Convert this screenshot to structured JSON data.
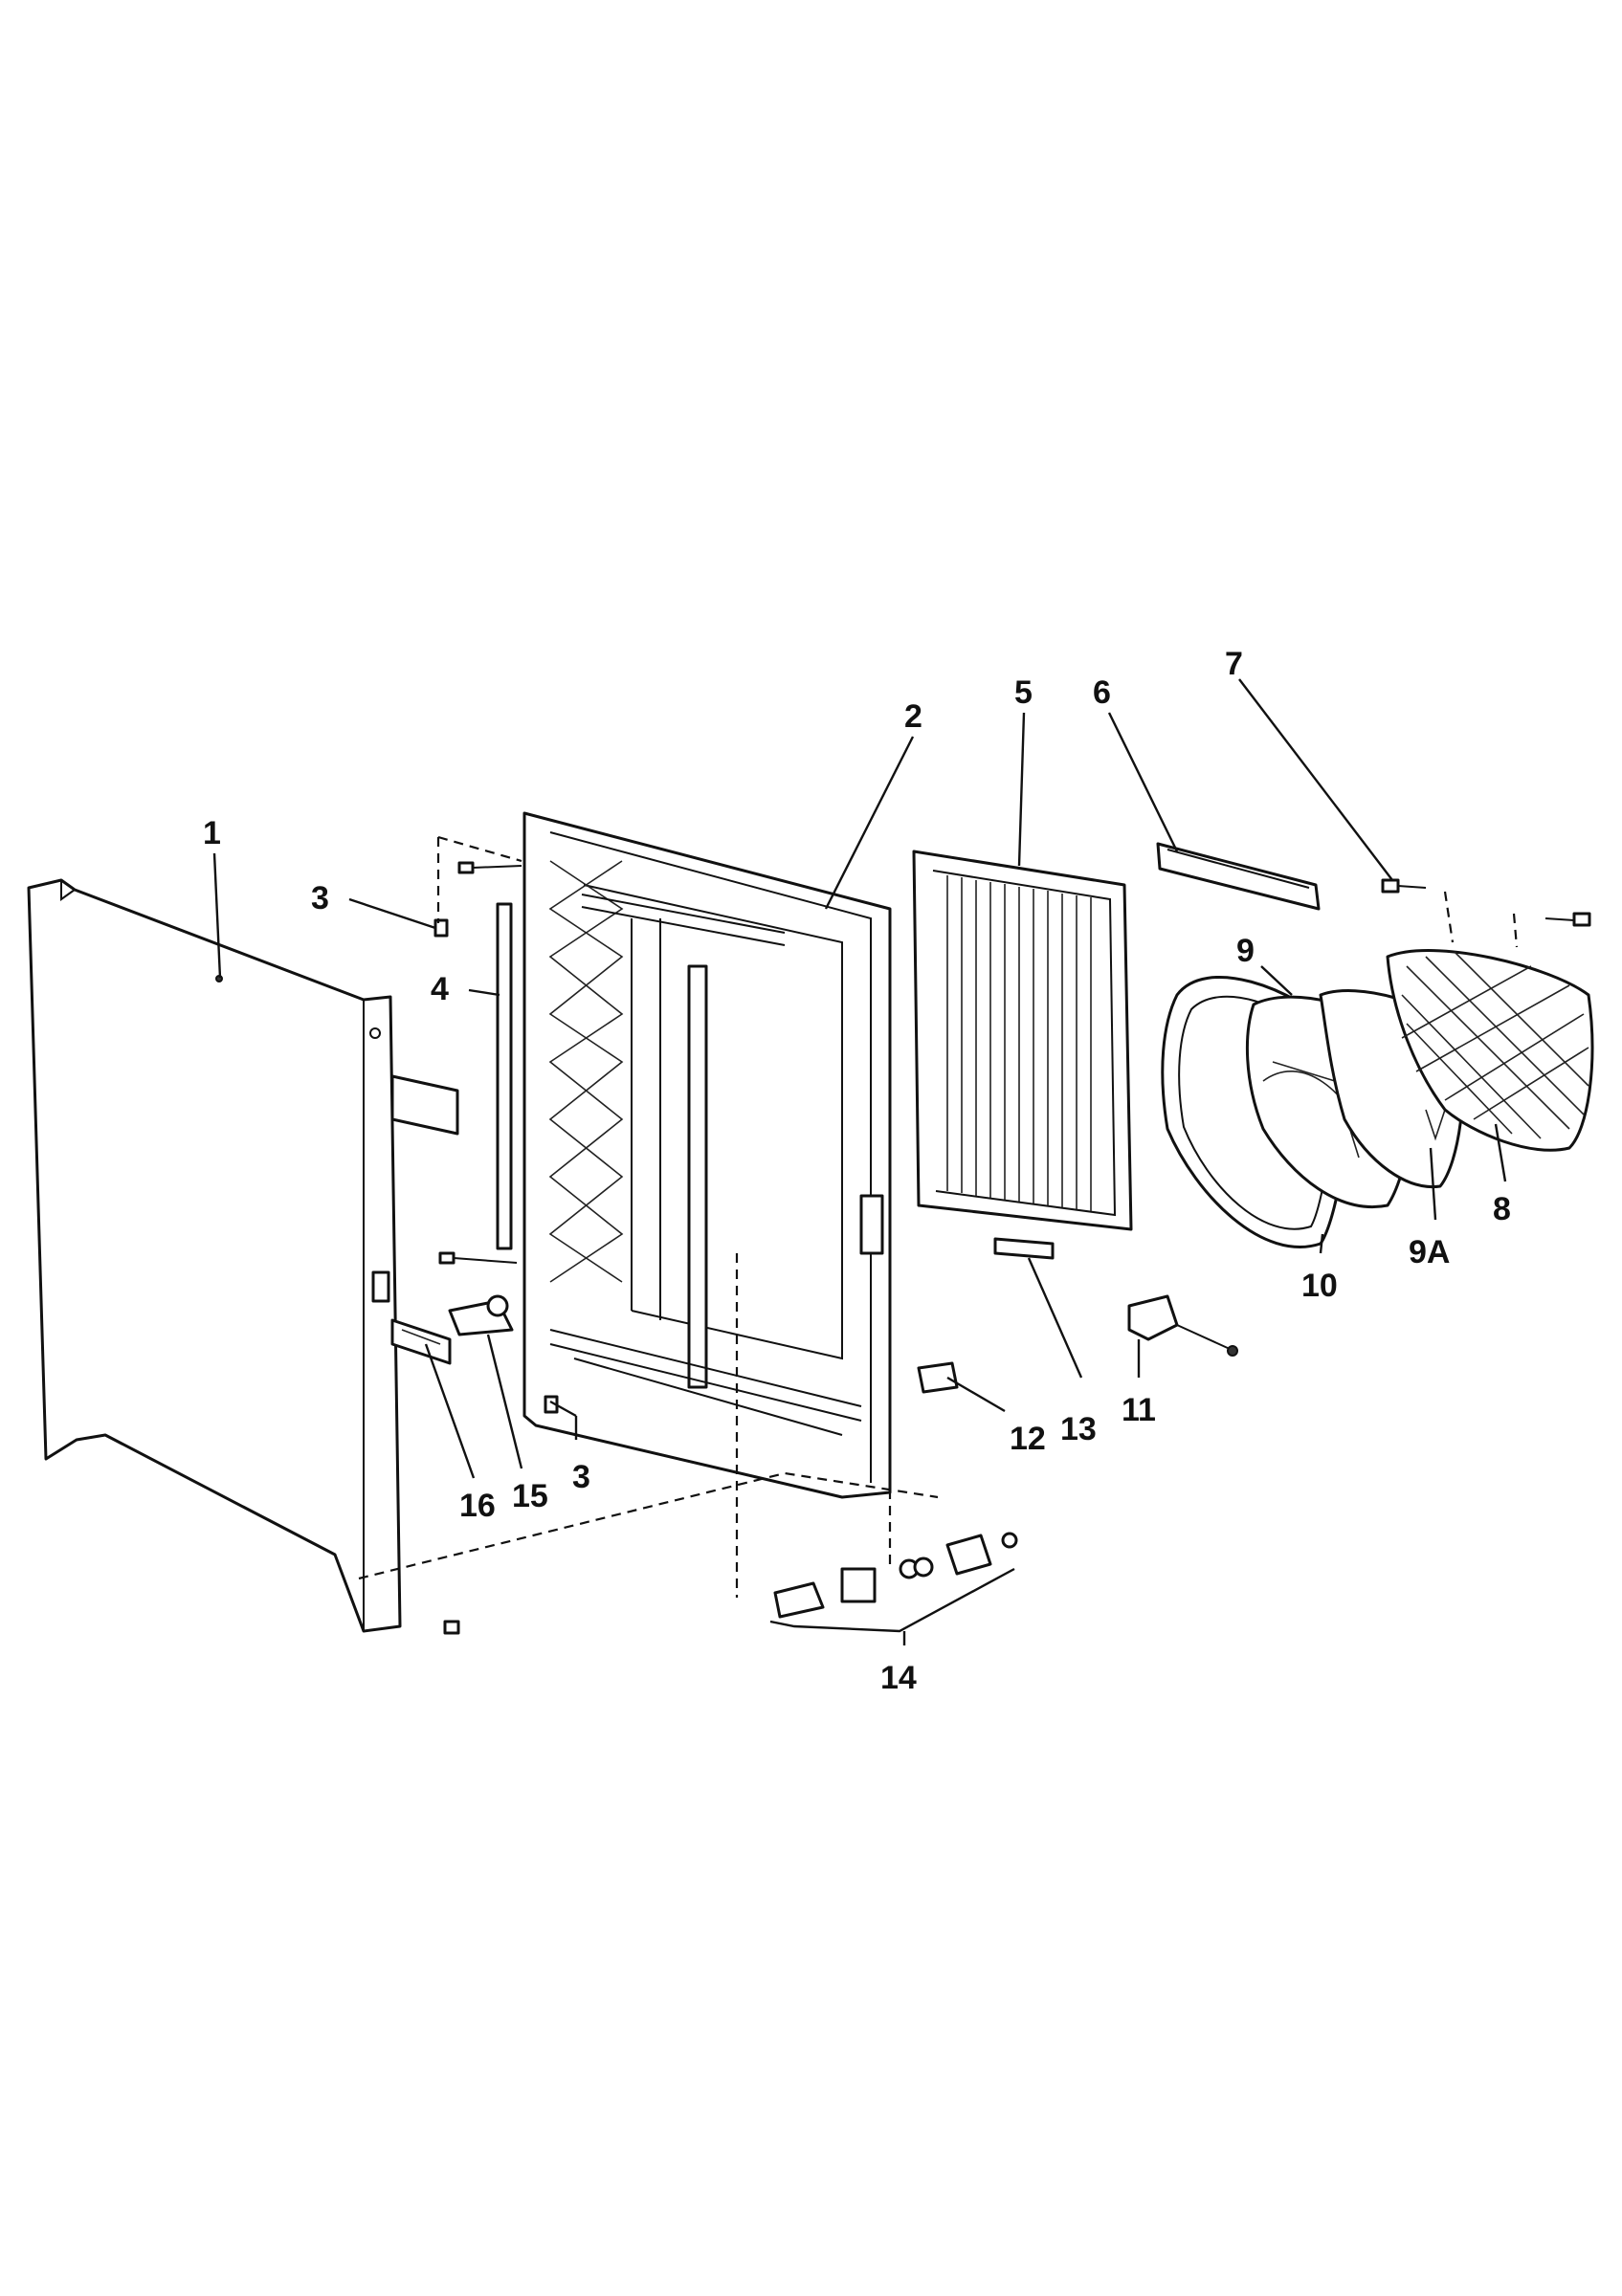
{
  "diagram": {
    "callouts": [
      {
        "id": "1",
        "label": "1"
      },
      {
        "id": "2",
        "label": "2"
      },
      {
        "id": "3a",
        "label": "3"
      },
      {
        "id": "3b",
        "label": "3"
      },
      {
        "id": "4",
        "label": "4"
      },
      {
        "id": "5",
        "label": "5"
      },
      {
        "id": "6",
        "label": "6"
      },
      {
        "id": "7",
        "label": "7"
      },
      {
        "id": "8",
        "label": "8"
      },
      {
        "id": "9",
        "label": "9"
      },
      {
        "id": "9A",
        "label": "9A"
      },
      {
        "id": "10",
        "label": "10"
      },
      {
        "id": "11",
        "label": "11"
      },
      {
        "id": "12",
        "label": "12"
      },
      {
        "id": "13",
        "label": "13"
      },
      {
        "id": "14",
        "label": "14"
      },
      {
        "id": "15",
        "label": "15"
      },
      {
        "id": "16",
        "label": "16"
      }
    ]
  }
}
